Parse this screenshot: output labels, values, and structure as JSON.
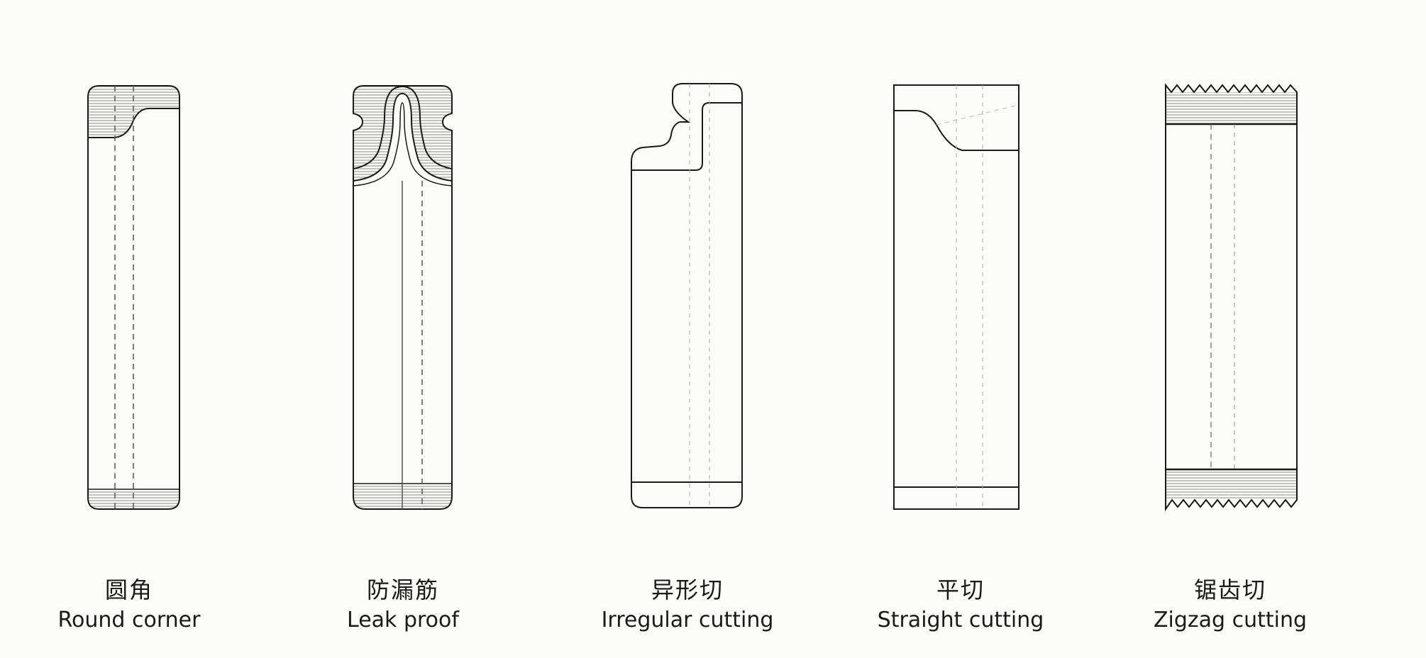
{
  "pouches": [
    {
      "label_zh": "圆角",
      "label_en": "Round corner",
      "icon": "round-corner-pouch-icon"
    },
    {
      "label_zh": "防漏筋",
      "label_en": "Leak proof",
      "icon": "leak-proof-pouch-icon"
    },
    {
      "label_zh": "异形切",
      "label_en": "Irregular cutting",
      "icon": "irregular-cutting-pouch-icon"
    },
    {
      "label_zh": "平切",
      "label_en": "Straight cutting",
      "icon": "straight-cutting-pouch-icon"
    },
    {
      "label_zh": "锯齿切",
      "label_en": "Zigzag cutting",
      "icon": "zigzag-cutting-pouch-icon"
    }
  ],
  "colors": {
    "background": "#fbfbf9",
    "line": "#1a1a1a",
    "hatch": "#8a8a8a",
    "guide": "#9a9a9a"
  }
}
